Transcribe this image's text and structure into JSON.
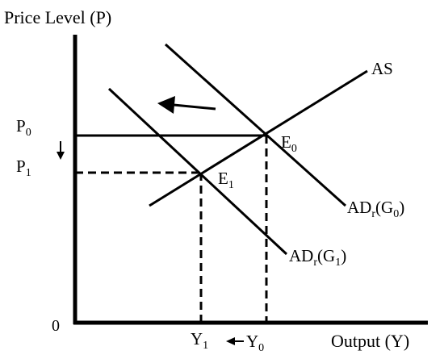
{
  "axes": {
    "y_title": "Price Level (P)",
    "x_title": "Output (Y)",
    "origin": "0"
  },
  "prices": {
    "p0": {
      "main": "P",
      "sub": "0"
    },
    "p1": {
      "main": "P",
      "sub": "1"
    }
  },
  "outputs": {
    "y1": {
      "main": "Y",
      "sub": "1"
    },
    "y0": {
      "main": "Y",
      "sub": "0"
    }
  },
  "curves": {
    "as": "AS",
    "ad_g0": {
      "main": "AD",
      "sub": "r",
      "tail": "(G",
      "sub2": "0",
      "close": ")"
    },
    "ad_g1": {
      "main": "AD",
      "sub": "r",
      "tail": "(G",
      "sub2": "1",
      "close": ")"
    }
  },
  "equilibria": {
    "e0": {
      "main": "E",
      "sub": "0"
    },
    "e1": {
      "main": "E",
      "sub": "1"
    }
  },
  "colors": {
    "ink": "#000000",
    "background": "#ffffff"
  }
}
